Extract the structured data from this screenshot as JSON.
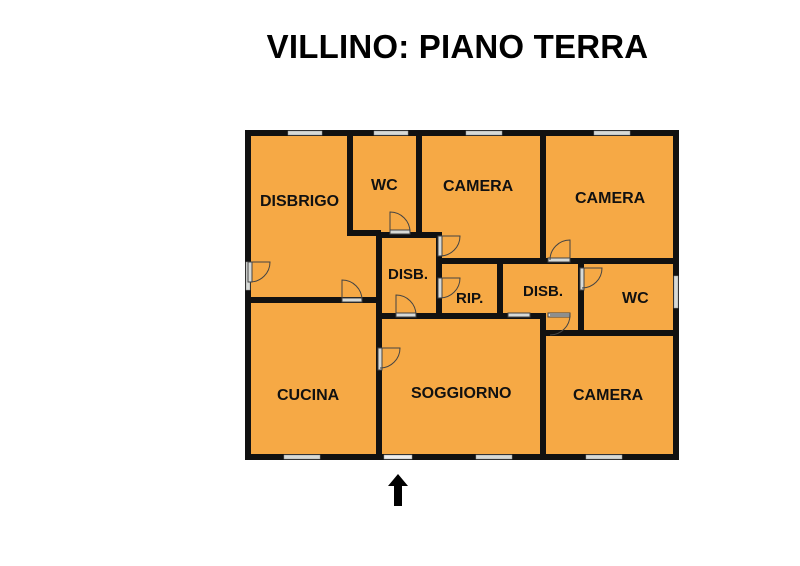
{
  "title": "VILLINO: PIANO TERRA",
  "colors": {
    "floor": "#F6A945",
    "wall": "#111111",
    "window": "#d7dad7",
    "background": "#ffffff"
  },
  "entrance": {
    "icon": "arrow-up-icon"
  },
  "rooms": [
    {
      "id": "disbrigo",
      "label": "DISBRIGO"
    },
    {
      "id": "wc-top",
      "label": "WC"
    },
    {
      "id": "camera-top-center",
      "label": "CAMERA"
    },
    {
      "id": "camera-top-right",
      "label": "CAMERA"
    },
    {
      "id": "disb-left",
      "label": "DISB."
    },
    {
      "id": "rip",
      "label": "RIP."
    },
    {
      "id": "disb-right",
      "label": "DISB."
    },
    {
      "id": "wc-right",
      "label": "WC"
    },
    {
      "id": "cucina",
      "label": "CUCINA"
    },
    {
      "id": "soggiorno",
      "label": "SOGGIORNO"
    },
    {
      "id": "camera-bottom-right",
      "label": "CAMERA"
    }
  ]
}
